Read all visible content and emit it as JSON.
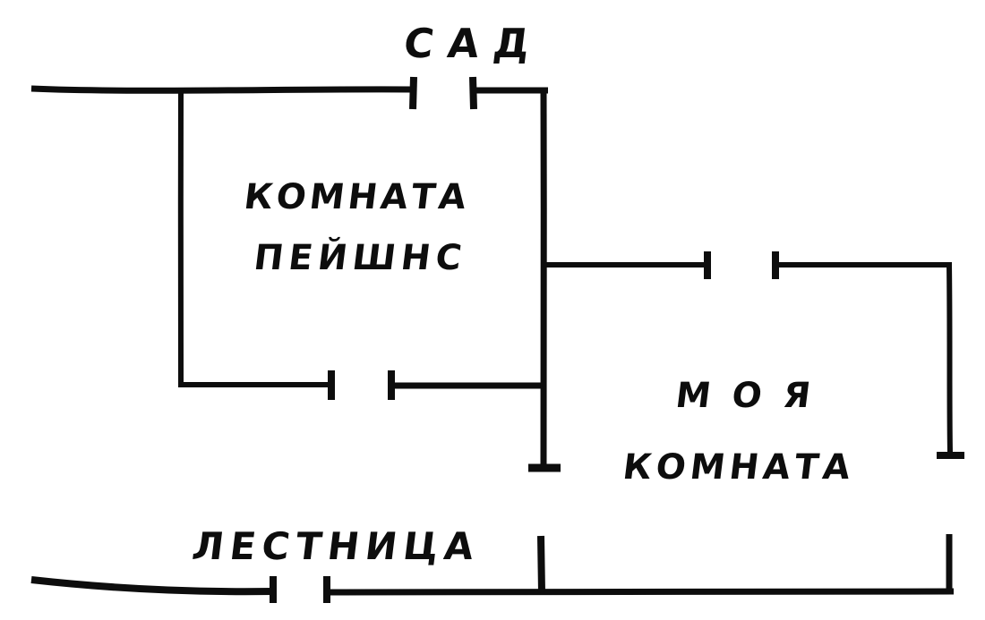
{
  "diagram": {
    "type": "floor-plan-sketch",
    "ink_color": "#0d0d0d",
    "background_color": "#ffffff",
    "labels": {
      "garden": "САД",
      "patience_room_line1": "КОМНАТА",
      "patience_room_line2": "ПЕЙШНС",
      "my_room_line1": "МОЯ",
      "my_room_line2": "КОМНАТА",
      "staircase": "ЛЕСТНИЦА"
    },
    "rooms": [
      {
        "name": "garden",
        "label": "САД",
        "position": "top-outside"
      },
      {
        "name": "patience-room",
        "label": "КОМНАТА ПЕЙШНС",
        "position": "upper-left"
      },
      {
        "name": "my-room",
        "label": "МОЯ КОМНАТА",
        "position": "right"
      },
      {
        "name": "staircase",
        "label": "ЛЕСТНИЦА",
        "position": "bottom"
      }
    ],
    "doors": [
      {
        "name": "garden-door",
        "wall": "top-exterior-wall"
      },
      {
        "name": "patience-room-door",
        "wall": "patience-room-bottom-wall"
      },
      {
        "name": "my-room-door",
        "wall": "my-room-top-wall"
      },
      {
        "name": "staircase-door",
        "wall": "bottom-exterior-wall"
      }
    ]
  }
}
